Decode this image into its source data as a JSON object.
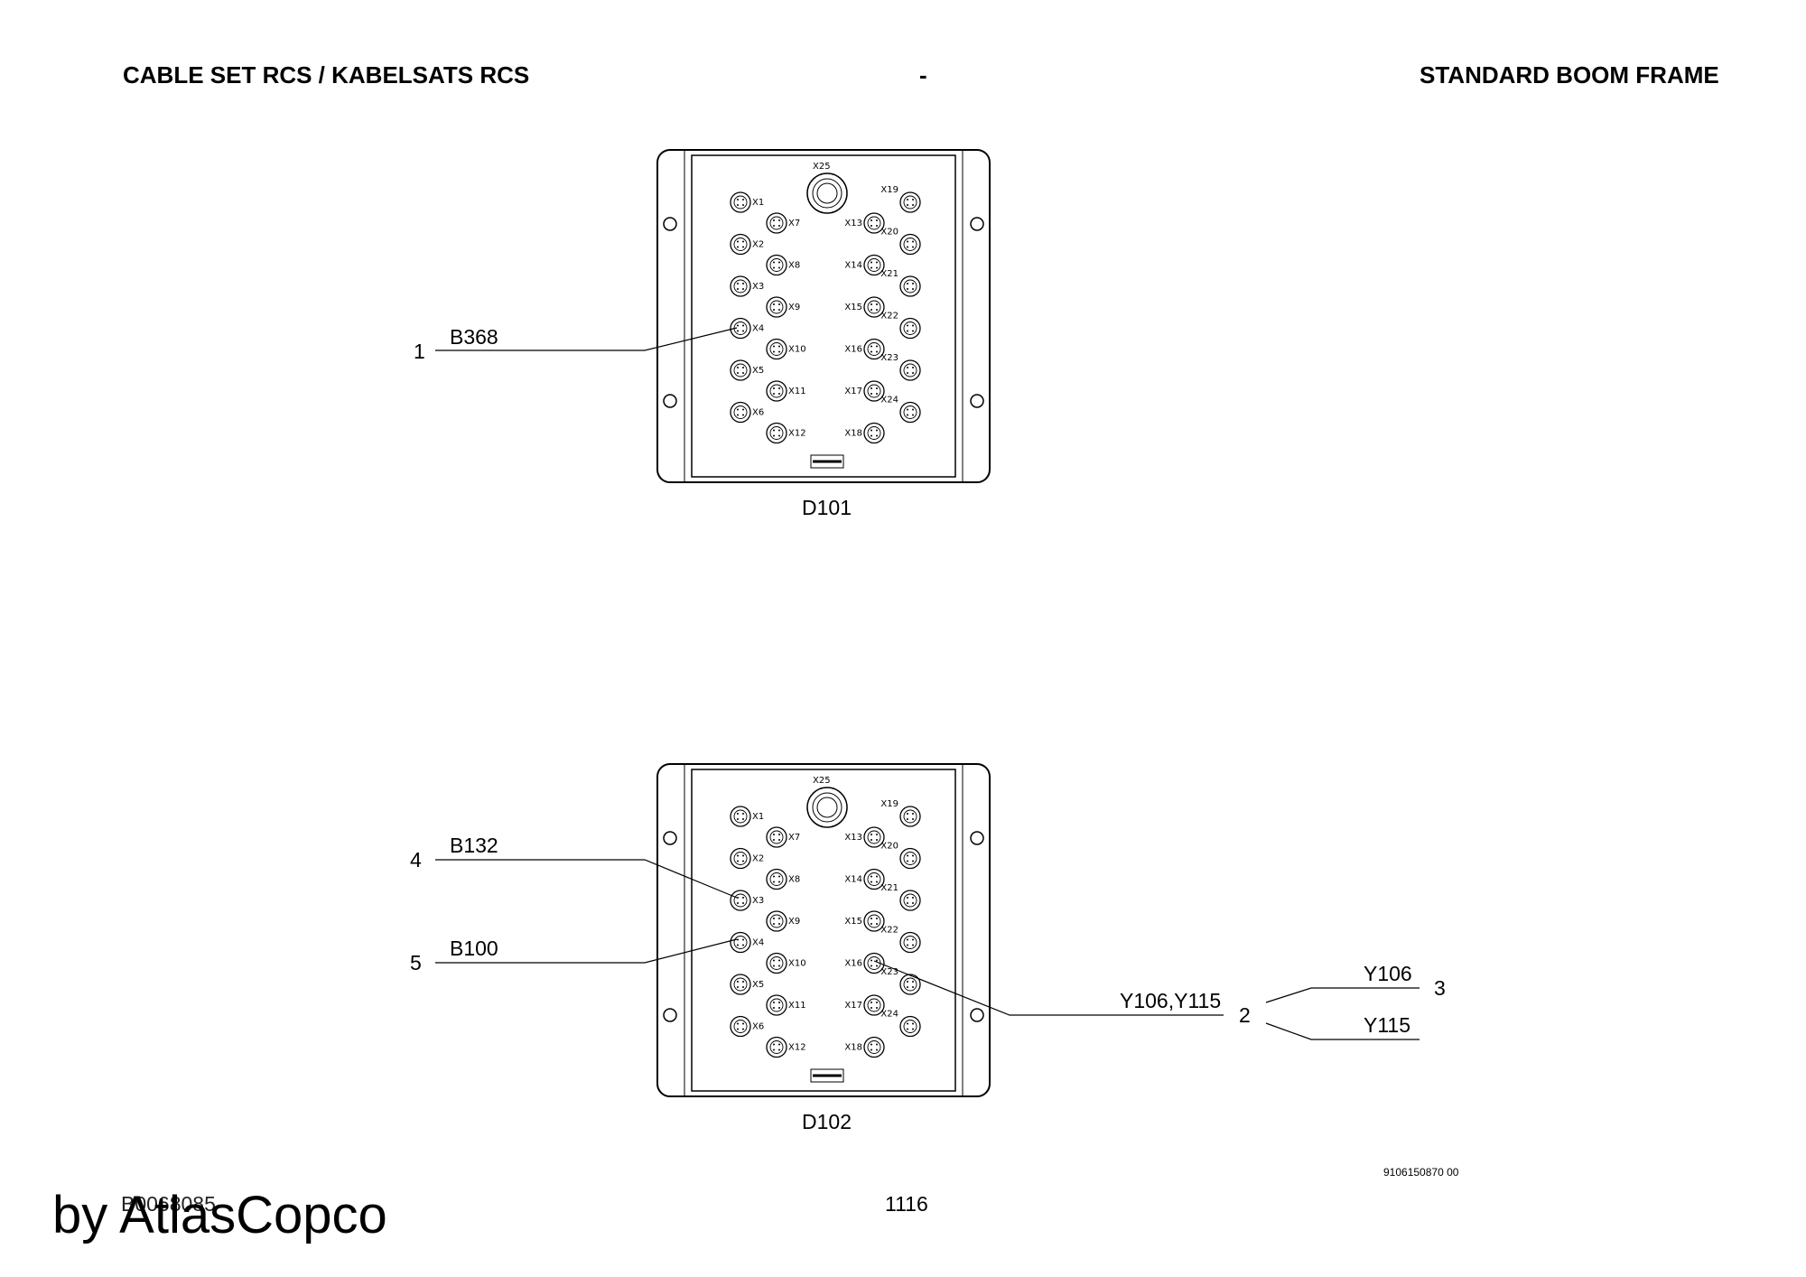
{
  "header": {
    "left_title": "CABLE SET RCS / KABELSATS RCS",
    "center_mark": "-",
    "right_title": "STANDARD BOOM FRAME"
  },
  "unit_labels": {
    "top": "D101",
    "bottom": "D102"
  },
  "unit": {
    "center_connector": "X25",
    "col_left_outer": [
      "X1",
      "X2",
      "X3",
      "X4",
      "X5",
      "X6"
    ],
    "col_left_inner": [
      "X7",
      "X8",
      "X9",
      "X10",
      "X11",
      "X12"
    ],
    "col_right_inner": [
      "X13",
      "X14",
      "X15",
      "X16",
      "X17",
      "X18"
    ],
    "col_right_outer": [
      "X19",
      "X20",
      "X21",
      "X22",
      "X23",
      "X24"
    ]
  },
  "callouts": {
    "c1": {
      "number": "1",
      "label": "B368"
    },
    "c4": {
      "number": "4",
      "label": "B132"
    },
    "c5": {
      "number": "5",
      "label": "B100"
    },
    "c2": {
      "number": "2",
      "label": "Y106,Y115"
    },
    "c3": {
      "number": "3",
      "label_a": "Y106",
      "label_b": "Y115"
    }
  },
  "footer": {
    "brand": "by AtlasCopco",
    "doc_number": "B0068085",
    "page_number": "1116",
    "drawing_number": "9106150870 00"
  }
}
